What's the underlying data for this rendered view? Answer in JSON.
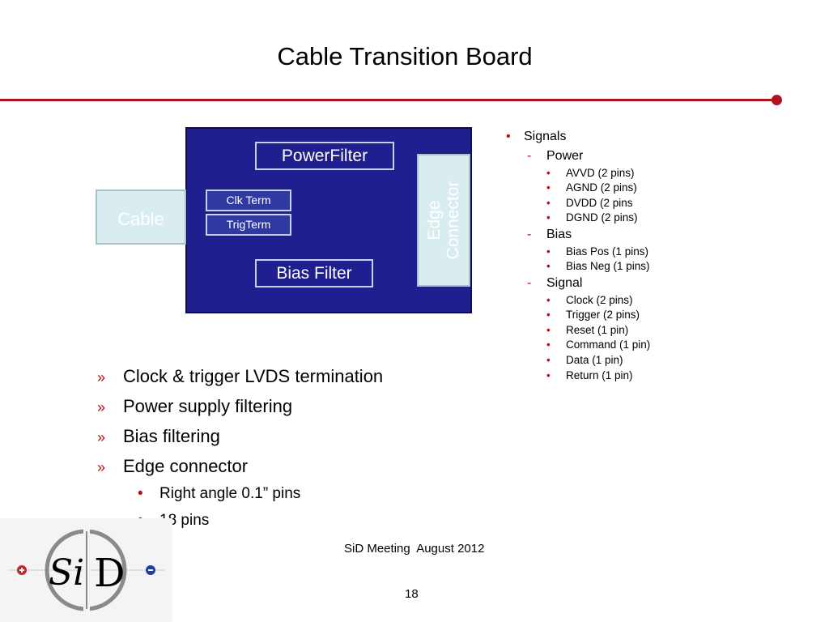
{
  "slide": {
    "title": "Cable Transition Board"
  },
  "diagram": {
    "cable_label": "Cable",
    "power_filter": "PowerFilter",
    "clk_term": "Clk Term",
    "trig_term": "TrigTerm",
    "bias_filter": "Bias Filter",
    "edge_connector_line1": "Edge",
    "edge_connector_line2": "Connector"
  },
  "features": {
    "items": [
      "Clock & trigger LVDS termination",
      "Power supply filtering",
      "Bias filtering",
      "Edge connector"
    ],
    "edge_connector_subitems": [
      "Right angle 0.1” pins",
      "18 pins"
    ]
  },
  "signals": {
    "heading": "Signals",
    "groups": [
      {
        "name": "Power",
        "items": [
          "AVVD (2 pins)",
          "AGND (2 pins)",
          "DVDD (2 pins",
          "DGND (2 pins)"
        ]
      },
      {
        "name": "Bias",
        "items": [
          "Bias Pos (1 pins)",
          "Bias Neg (1 pins)"
        ]
      },
      {
        "name": "Signal",
        "items": [
          "Clock (2 pins)",
          "Trigger (2 pins)",
          "Reset (1 pin)",
          "Command (1 pin)",
          "Data (1 pin)",
          "Return (1 pin)"
        ]
      }
    ]
  },
  "footer": {
    "text": "SiD Meeting  August 2012",
    "page_number": "18"
  },
  "logo": {
    "text_si": "Si",
    "text_d": "D"
  },
  "colors": {
    "accent_red": "#b2121b",
    "board_blue": "#1f1f8f",
    "connector_light": "#d9edf0"
  }
}
